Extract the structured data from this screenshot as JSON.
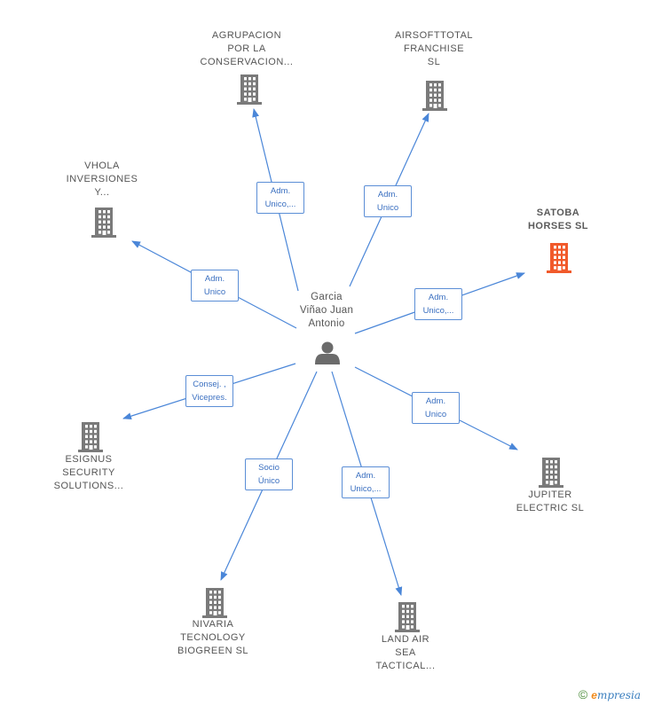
{
  "center": {
    "name_lines": [
      "Garcia",
      "Viñao Juan",
      "Antonio"
    ],
    "icon": "person-icon"
  },
  "companies": [
    {
      "id": "agrupacion",
      "lines": [
        "AGRUPACION",
        "POR LA",
        "CONSERVACION..."
      ],
      "highlight": false
    },
    {
      "id": "airsofttotal",
      "lines": [
        "AIRSOFTTOTAL",
        "FRANCHISE",
        "SL"
      ],
      "highlight": false
    },
    {
      "id": "vhola",
      "lines": [
        "VHOLA",
        "INVERSIONES",
        "Y..."
      ],
      "highlight": false
    },
    {
      "id": "satoba",
      "lines": [
        "SATOBA",
        "HORSES  SL"
      ],
      "highlight": true
    },
    {
      "id": "esignus",
      "lines": [
        "ESIGNUS",
        "SECURITY",
        "SOLUTIONS..."
      ],
      "highlight": false
    },
    {
      "id": "jupiter",
      "lines": [
        "JUPITER",
        "ELECTRIC  SL"
      ],
      "highlight": false
    },
    {
      "id": "nivaria",
      "lines": [
        "NIVARIA",
        "TECNOLOGY",
        "BIOGREEN  SL"
      ],
      "highlight": false
    },
    {
      "id": "landair",
      "lines": [
        "LAND AIR",
        "SEA",
        "TACTICAL..."
      ],
      "highlight": false
    }
  ],
  "relations": [
    {
      "target": "agrupacion",
      "lines": [
        "Adm.",
        "Unico,..."
      ]
    },
    {
      "target": "airsofttotal",
      "lines": [
        "Adm.",
        "Unico"
      ]
    },
    {
      "target": "vhola",
      "lines": [
        "Adm.",
        "Unico"
      ]
    },
    {
      "target": "satoba",
      "lines": [
        "Adm.",
        "Unico,..."
      ]
    },
    {
      "target": "esignus",
      "lines": [
        "Consej. ,",
        "Vicepres."
      ]
    },
    {
      "target": "jupiter",
      "lines": [
        "Adm.",
        "Unico"
      ]
    },
    {
      "target": "nivaria",
      "lines": [
        "Socio",
        "Único"
      ]
    },
    {
      "target": "landair",
      "lines": [
        "Adm.",
        "Unico,..."
      ]
    }
  ],
  "colors": {
    "edge": "#4a86d8",
    "building": "#7a7a7a",
    "building_highlight": "#f15a2b",
    "person": "#6b6b6b"
  },
  "footer": {
    "copyright": "©",
    "brand_initial": "e",
    "brand_rest": "mpresia"
  }
}
